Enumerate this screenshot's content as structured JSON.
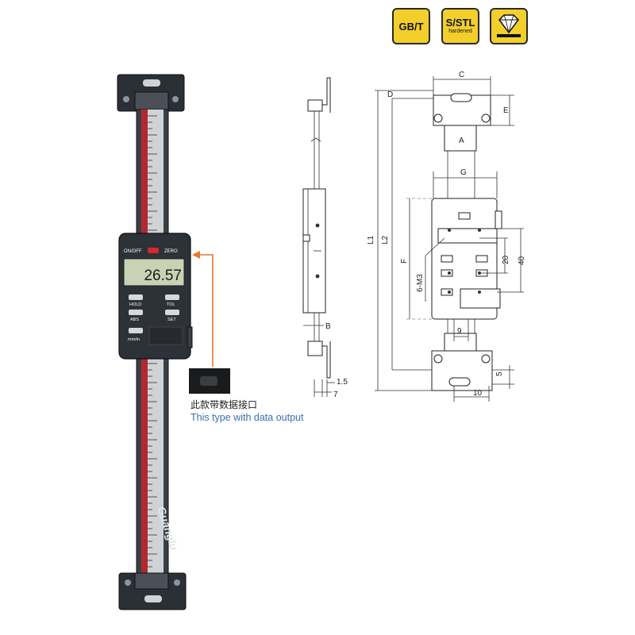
{
  "badges": [
    {
      "main": "GB/T",
      "sub": "",
      "icon": "text"
    },
    {
      "main": "S/STL",
      "sub": "hardened",
      "icon": "text"
    },
    {
      "main": "",
      "sub": "",
      "icon": "diamond-icon"
    }
  ],
  "display": {
    "onoff": "ON/OFF",
    "zero": "ZERO",
    "reading": "26.57",
    "buttons": [
      "HOLD",
      "TOL",
      "ABS",
      "SET",
      "mm/in"
    ]
  },
  "brand": "Guanglu",
  "callout": {
    "zh": "此款带数据接口",
    "en": "This type with data output"
  },
  "side_view": {
    "labels": [
      "B",
      "1.5",
      "7"
    ]
  },
  "front_view": {
    "labels": [
      "C",
      "D",
      "E",
      "A",
      "G",
      "L1",
      "L2",
      "F",
      "6-M3",
      "20",
      "40",
      "9",
      "5",
      "10"
    ]
  },
  "colors": {
    "badge": "#f2cf2a",
    "accent": "#e8762c",
    "data_text": "#3a6fb0",
    "lcd": "#c9d2b4",
    "scale_red": "#b1292f"
  }
}
